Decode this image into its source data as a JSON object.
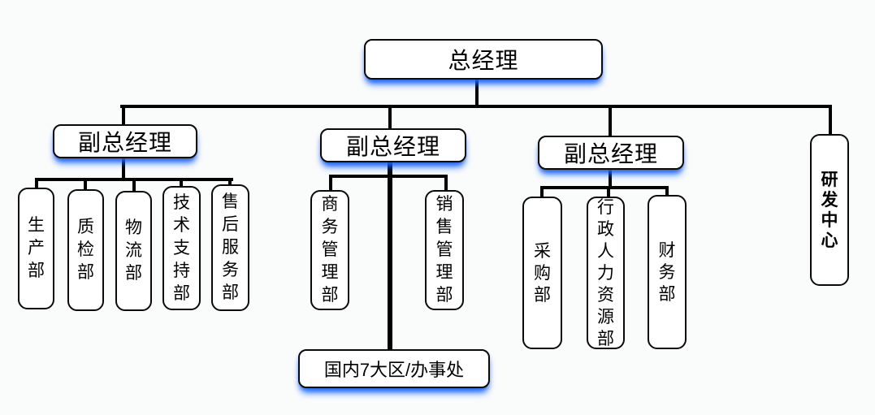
{
  "org_chart": {
    "root": {
      "label": "总经理"
    },
    "branches": [
      {
        "label": "副总经理",
        "departments": [
          "生产部",
          "质检部",
          "物流部",
          "技术支持部",
          "售后服务部"
        ]
      },
      {
        "label": "副总经理",
        "departments": [
          "商务管理部",
          "销售管理部"
        ],
        "regional_node": "国内7大区/办事处"
      },
      {
        "label": "副总经理",
        "departments": [
          "采购部",
          "行政人力资源部",
          "财务部"
        ]
      }
    ],
    "standalone": {
      "label": "研发中心"
    }
  },
  "colors": {
    "background": "#fafbfb",
    "box_fill": "#ffffff",
    "box_border": "#000000",
    "connector": "#000000",
    "glow_accent": "#1f6aff",
    "text": "#000000"
  }
}
